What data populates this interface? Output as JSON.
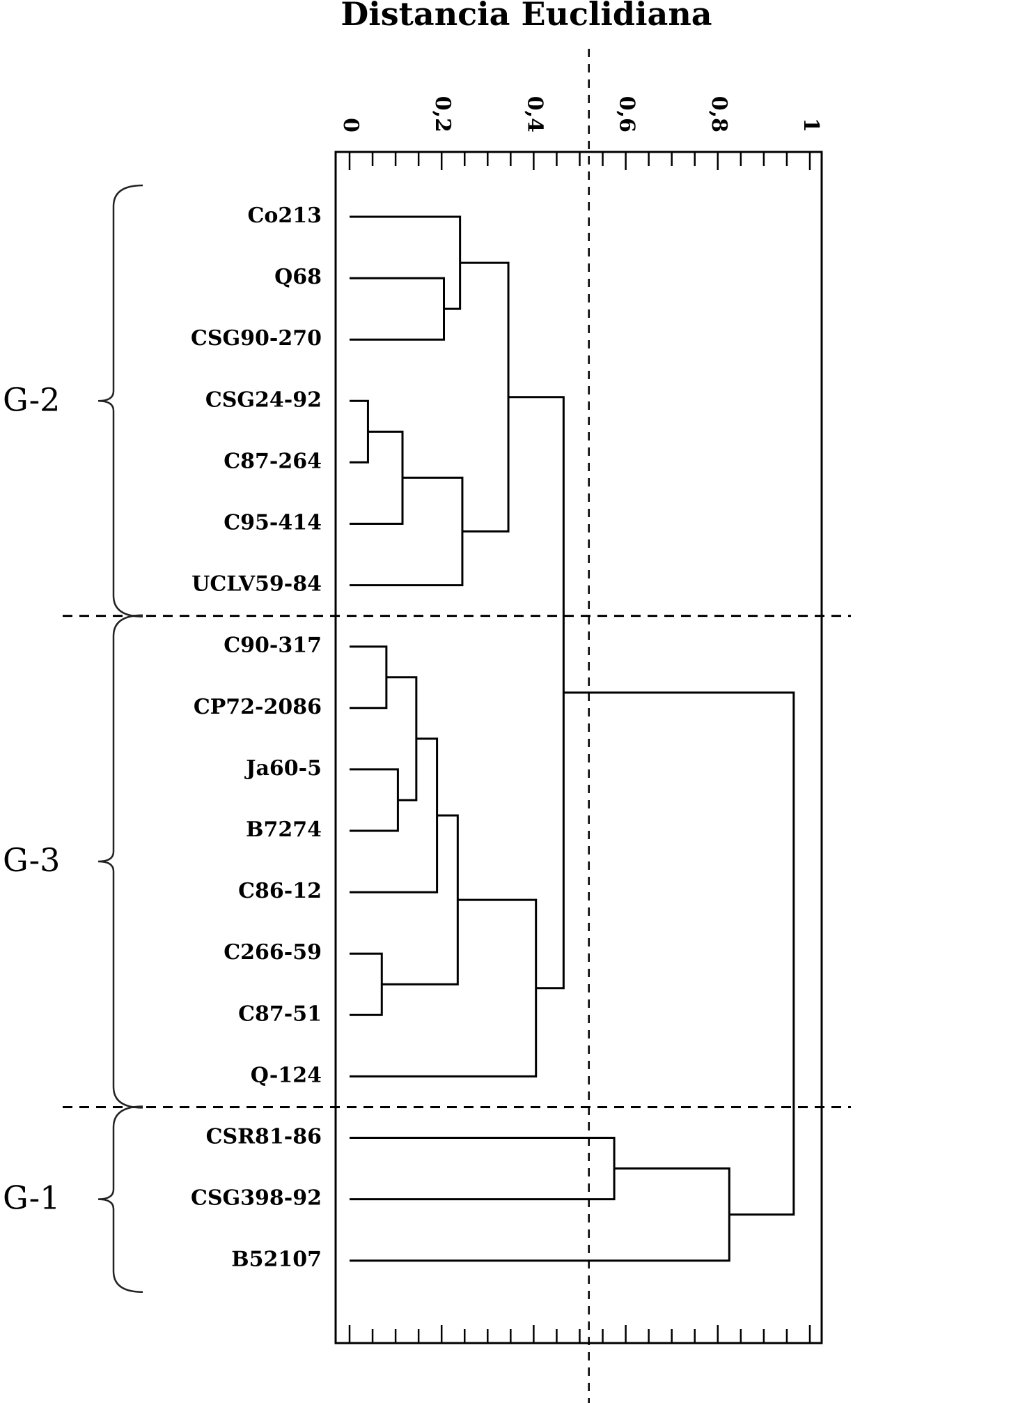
{
  "chart_data": {
    "type": "dendrogram",
    "title": "Distancia Euclidiana",
    "xlabel": "",
    "ylabel": "",
    "axis": {
      "xlim": [
        0,
        1
      ],
      "tick_values": [
        0,
        0.2,
        0.4,
        0.6,
        0.8,
        1
      ],
      "tick_labels": [
        "0",
        "0,2",
        "0,4",
        "0,6",
        "0,8",
        "1"
      ],
      "minor_step": 0.05,
      "position": "top and bottom"
    },
    "grid": false,
    "cutoff_line": 0.52,
    "leaves": [
      "Co213",
      "Q68",
      "CSG90-270",
      "CSG24-92",
      "C87-264",
      "C95-414",
      "UCLV59-84",
      "C90-317",
      "CP72-2086",
      "Ja60-5",
      "B7274",
      "C86-12",
      "C266-59",
      "C87-51",
      "Q-124",
      "CSR81-86",
      "CSG398-92",
      "B52107"
    ],
    "merges": [
      {
        "a": 3,
        "b": 4,
        "height": 0.04
      },
      {
        "a": 7,
        "b": 8,
        "height": 0.08
      },
      {
        "a": 12,
        "b": 13,
        "height": 0.07
      },
      {
        "a": 9,
        "b": 10,
        "height": 0.105
      },
      {
        "a": 18,
        "b": 5,
        "height": 0.115
      },
      {
        "a": 19,
        "b": 21,
        "height": 0.145
      },
      {
        "a": 23,
        "b": 11,
        "height": 0.19
      },
      {
        "a": 1,
        "b": 2,
        "height": 0.205
      },
      {
        "a": 0,
        "b": 25,
        "height": 0.24
      },
      {
        "a": 22,
        "b": 6,
        "height": 0.245
      },
      {
        "a": 24,
        "b": 20,
        "height": 0.235
      },
      {
        "a": 26,
        "b": 27,
        "height": 0.345
      },
      {
        "a": 28,
        "b": 14,
        "height": 0.405
      },
      {
        "a": 29,
        "b": 30,
        "height": 0.465
      },
      {
        "a": 15,
        "b": 16,
        "height": 0.575
      },
      {
        "a": 32,
        "b": 17,
        "height": 0.825
      },
      {
        "a": 31,
        "b": 33,
        "height": 0.965
      }
    ],
    "groups": [
      {
        "label": "G-2",
        "first": 0,
        "last": 6
      },
      {
        "label": "G-3",
        "first": 7,
        "last": 14
      },
      {
        "label": "G-1",
        "first": 15,
        "last": 17
      }
    ]
  }
}
